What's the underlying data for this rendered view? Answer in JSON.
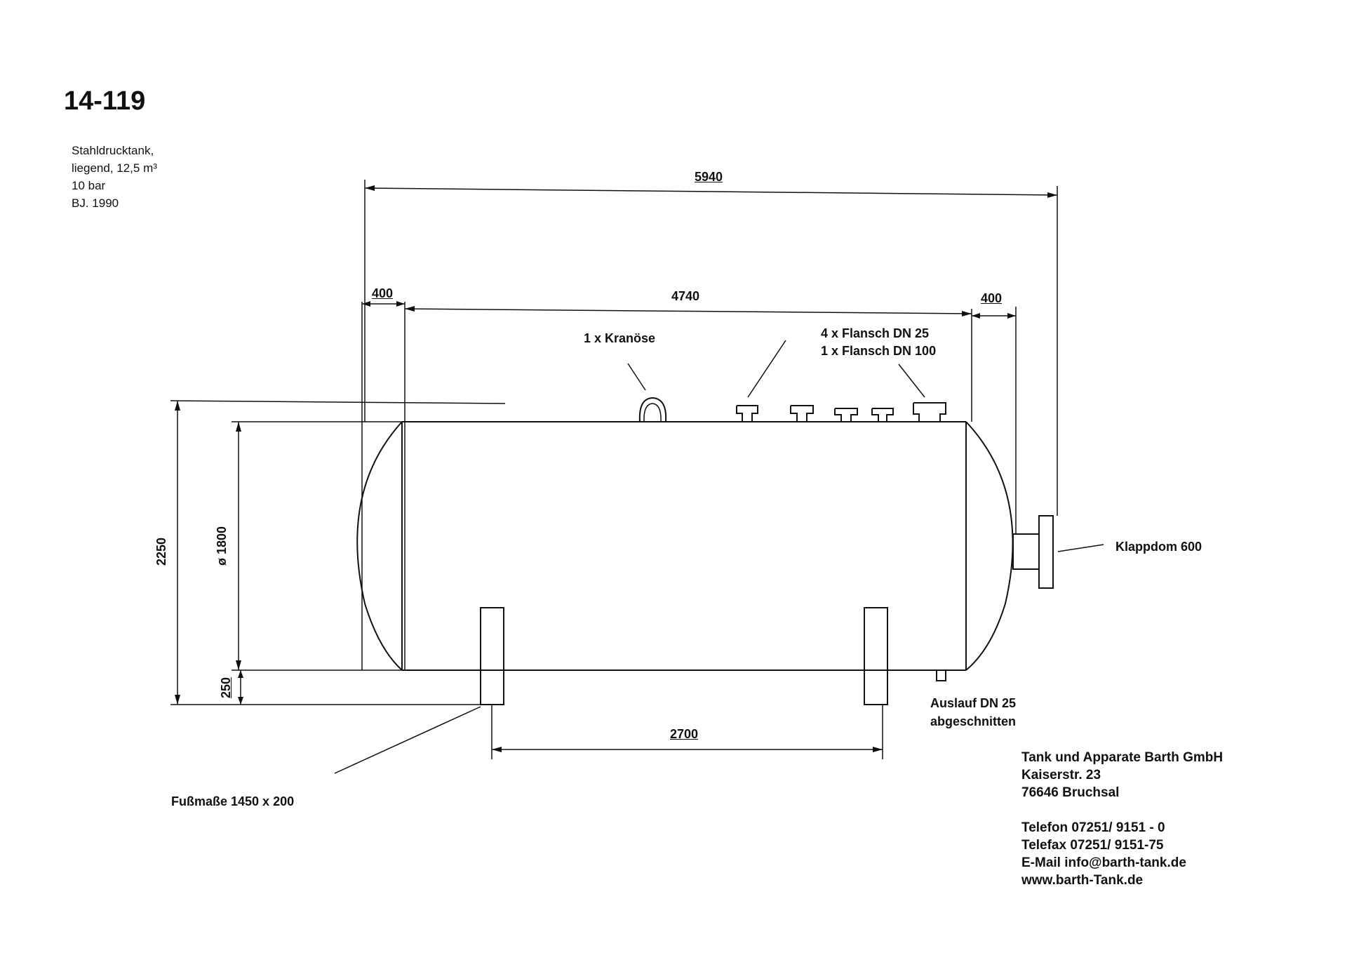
{
  "drawing_id": "14-119",
  "description": [
    "Stahldrucktank,",
    "liegend, 12,5 m³",
    "10 bar",
    "BJ. 1990"
  ],
  "dimensions": {
    "overall_length": "5940",
    "left_head": "400",
    "shell_length": "4740",
    "right_head": "400",
    "overall_height": "2250",
    "diameter": "ø 1800",
    "foot_height": "250",
    "foot_spacing": "2700"
  },
  "annotations": {
    "crane_lug": "1 x  Kranöse",
    "flanges_line1": "4 x Flansch DN 25",
    "flanges_line2": "1 x Flansch DN 100",
    "manhole": "Klappdom 600",
    "outlet_line1": "Auslauf  DN 25",
    "outlet_line2": "abgeschnitten",
    "foot_size": "Fußmaße   1450 x 200"
  },
  "company": {
    "name": "Tank und Apparate Barth GmbH",
    "street": "Kaiserstr. 23",
    "city": "76646 Bruchsal",
    "phone": "Telefon 07251/ 9151 - 0",
    "fax": "Telefax 07251/ 9151-75",
    "email": "E-Mail info@barth-tank.de",
    "web": "www.barth-Tank.de"
  }
}
